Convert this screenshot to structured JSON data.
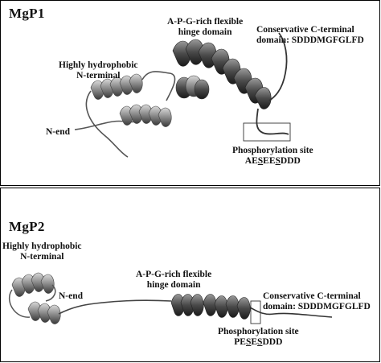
{
  "panels": [
    {
      "title": "MgP1",
      "labels": {
        "hinge": [
          "A-P-G-rich flexible",
          "hinge domain"
        ],
        "cterm": [
          "Conservative C-terminal",
          "domain: SDDDMGFGLFD"
        ],
        "hydro": [
          "Highly hydrophobic",
          "N-terminal"
        ],
        "nend": "N-end",
        "phos_title": "Phosphorylation site",
        "phos_seq": [
          "AE",
          "S",
          "EE",
          "S",
          "DDD"
        ]
      }
    },
    {
      "title": "MgP2",
      "labels": {
        "hydro": [
          "Highly hydrophobic",
          "N-terminal"
        ],
        "nend": "N-end",
        "hinge": [
          "A-P-G-rich flexible",
          "hinge domain"
        ],
        "cterm": [
          "Conservative C-terminal",
          "domain: SDDDMGFGLFD"
        ],
        "phos_title": "Phosphorylation site",
        "phos_seq": [
          "PE",
          "S",
          "E",
          "S",
          "DDD"
        ]
      }
    }
  ]
}
